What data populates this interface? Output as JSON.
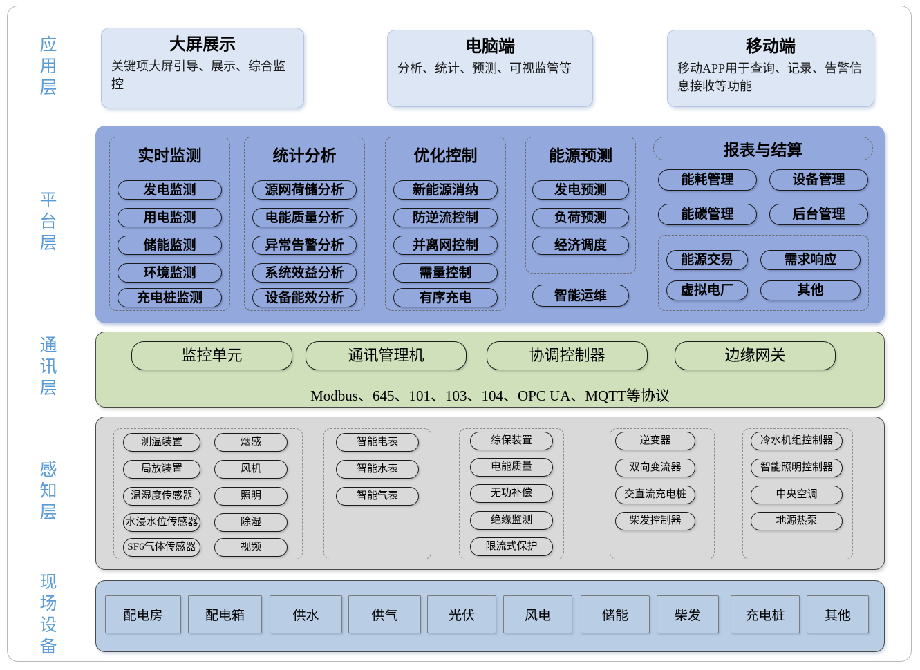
{
  "layers": [
    {
      "id": "application",
      "label": "应\n用\n层"
    },
    {
      "id": "platform",
      "label": "平\n台\n层"
    },
    {
      "id": "communication",
      "label": "通\n讯\n层"
    },
    {
      "id": "perception",
      "label": "感\n知\n层"
    },
    {
      "id": "field",
      "label": "现\n场\n设\n备"
    }
  ],
  "colors": {
    "layer_label": "#5b9bd5",
    "app_card_bg": "#dce6f4",
    "platform_bg": "#93a9dd",
    "communication_bg": "#cfe0bb",
    "perception_bg": "#d9d9d9",
    "field_bg": "#b9cde5",
    "pill_border": "#1a1a1a"
  },
  "application_layer": {
    "cards": [
      {
        "title": "大屏展示",
        "desc": "关键项大屏引导、展示、综合监控"
      },
      {
        "title": "电脑端",
        "desc": "分析、统计、预测、可视监管等"
      },
      {
        "title": "移动端",
        "desc": "移动APP用于查询、记录、告警信息接收等功能"
      }
    ]
  },
  "platform_layer": {
    "groups": [
      {
        "title": "实时监测",
        "items": [
          "发电监测",
          "用电监测",
          "储能监测",
          "环境监测",
          "充电桩监测"
        ]
      },
      {
        "title": "统计分析",
        "items": [
          "源网荷储分析",
          "电能质量分析",
          "异常告警分析",
          "系统效益分析",
          "设备能效分析"
        ]
      },
      {
        "title": "优化控制",
        "items": [
          "新能源消纳",
          "防逆流控制",
          "并离网控制",
          "需量控制",
          "有序充电"
        ]
      },
      {
        "title": "能源预测",
        "items": [
          "发电预测",
          "负荷预测",
          "经济调度"
        ],
        "outside_items": [
          "智能运维"
        ]
      }
    ],
    "report_group": {
      "title": "报表与结算",
      "items": [
        "能耗管理",
        "设备管理",
        "能碳管理",
        "后台管理"
      ],
      "sub_items": [
        "能源交易",
        "需求响应",
        "虚拟电厂",
        "其他"
      ]
    }
  },
  "communication_layer": {
    "units": [
      "监控单元",
      "通讯管理机",
      "协调控制器",
      "边缘网关"
    ],
    "protocols": "Modbus、645、101、103、104、OPC UA、MQTT等协议"
  },
  "perception_layer": {
    "columns": [
      {
        "items": [
          "测温装置",
          "局放装置",
          "温湿度传感器",
          "水浸水位传感器",
          "SF6气体传感器"
        ]
      },
      {
        "items": [
          "烟感",
          "风机",
          "照明",
          "除湿",
          "视频"
        ]
      },
      {
        "items": [
          "智能电表",
          "智能水表",
          "智能气表"
        ]
      },
      {
        "items": [
          "综保装置",
          "电能质量",
          "无功补偿",
          "绝缘监测",
          "限流式保护"
        ]
      },
      {
        "items": [
          "逆变器",
          "双向变流器",
          "交直流充电桩",
          "柴发控制器"
        ]
      },
      {
        "items": [
          "冷水机组控制器",
          "智能照明控制器",
          "中央空调",
          "地源热泵"
        ]
      }
    ]
  },
  "field_layer": {
    "items": [
      "配电房",
      "配电箱",
      "供水",
      "供气",
      "光伏",
      "风电",
      "储能",
      "柴发",
      "充电桩",
      "其他"
    ]
  }
}
